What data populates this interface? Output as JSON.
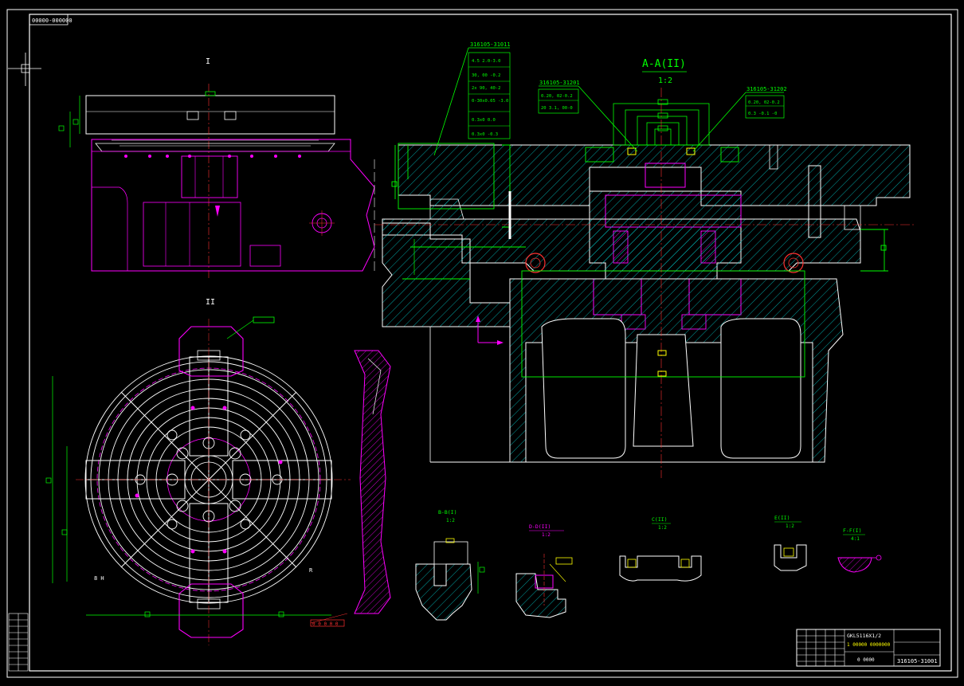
{
  "drawing": {
    "corner_tag": "00000-000000",
    "view_titles": {
      "view_1": "I",
      "view_2": "II",
      "section_title": "A-A(II)",
      "section_scale": "1:2"
    },
    "part_callouts": [
      {
        "code": "316105-31011",
        "lines": [
          "4.5 2.0-3.0",
          "30, 00 -0.2",
          "2x 90, 40-2",
          "0-30x0.05 -3.0",
          "0.3x0 0.0",
          "0.3x0 -0.3"
        ]
      },
      {
        "code": "316105-31201",
        "lines": [
          "0.20, 02-0.2",
          "20 3.1, 00-0"
        ]
      },
      {
        "code": "316105-31202",
        "lines": [
          "0.20, 02-0.2",
          "0.3 -0.1 -0"
        ]
      }
    ],
    "details": [
      {
        "title": "B-B(I)",
        "scale": "1:2"
      },
      {
        "title": "D-D(II)",
        "scale": "1:2"
      },
      {
        "title": "C(II)",
        "scale": "1:2"
      },
      {
        "title": "E(II)",
        "scale": "1:2"
      },
      {
        "title": "F-F(I)",
        "scale": "4:1"
      }
    ],
    "labels": {
      "hole_note": "8 H",
      "radius_note": "R",
      "bottom_note": "0 0 0 0 0"
    },
    "title_block": {
      "line1": "GKL5116X1/2",
      "line2": "1 00000 0000000",
      "line3": "0 0000",
      "drawing_no": "316105-31001"
    },
    "colors": {
      "green": "#00ff00",
      "white": "#ffffff",
      "magenta": "#ff00ff",
      "cyan": "#00c8c8",
      "yellow": "#ffff00",
      "red": "#ff3030",
      "background": "#000000"
    }
  }
}
